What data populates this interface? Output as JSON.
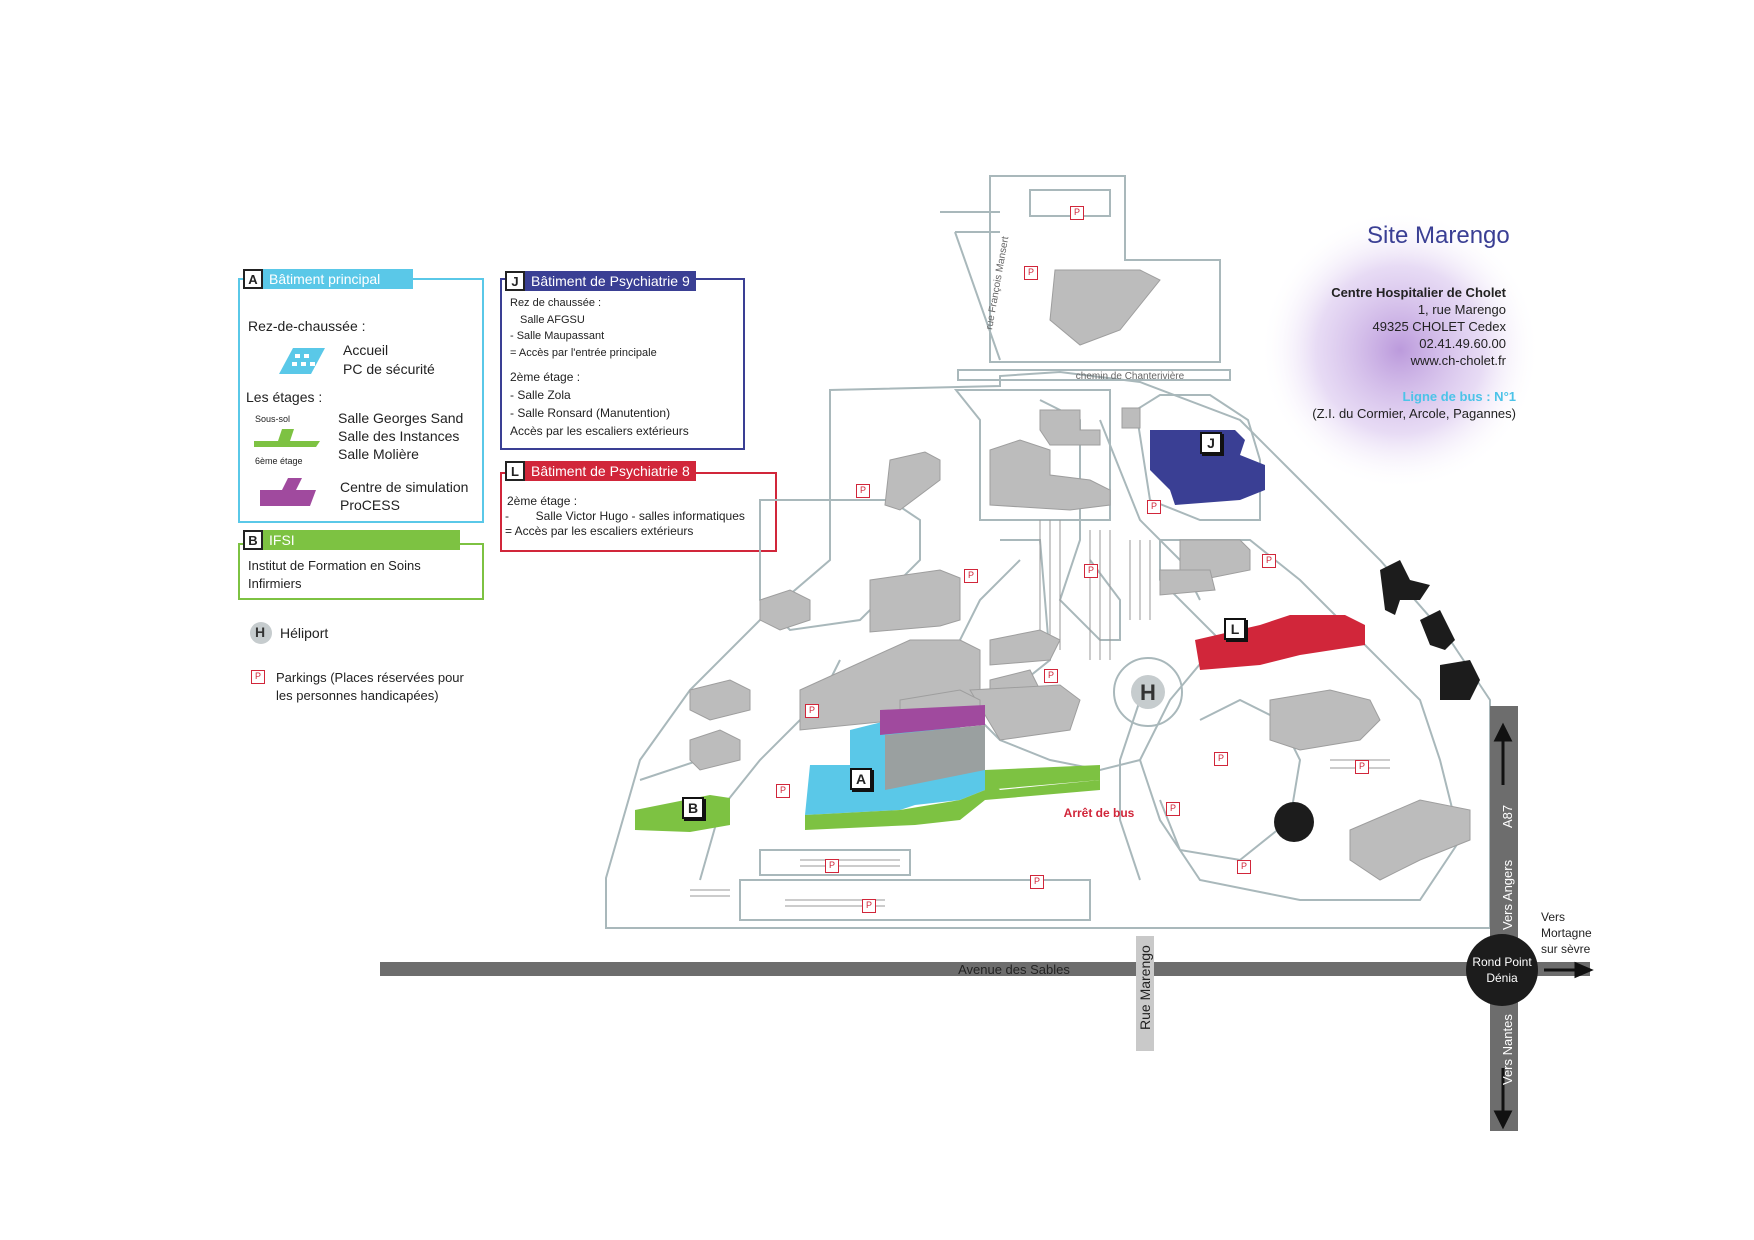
{
  "legend": {
    "A": {
      "letter": "A",
      "title": "Bâtiment principal",
      "ground_floor_label": "Rez-de-chaussée :",
      "ground_floor_items": [
        "Accueil",
        "PC de sécurité"
      ],
      "floors_label": "Les étages :",
      "basement_label": "Sous-sol",
      "sixth_floor_label": "6ème étage",
      "floor_items": [
        "Salle Georges Sand",
        "Salle des Instances",
        "Salle Molière"
      ],
      "simulation_items": [
        "Centre de simulation",
        "ProCESS"
      ]
    },
    "B": {
      "letter": "B",
      "title": "IFSI",
      "lines": [
        "Institut de Formation en Soins",
        "Infirmiers"
      ]
    },
    "J": {
      "letter": "J",
      "title": "Bâtiment de Psychiatrie 9",
      "lines": [
        "Rez de chaussée :",
        "Salle AFGSU",
        "-  Salle Maupassant",
        "= Accès par l'entrée principale",
        "2ème étage :",
        "- Salle Zola",
        "-  Salle Ronsard (Manutention)",
        "Accès par les escaliers extérieurs"
      ]
    },
    "L": {
      "letter": "L",
      "title": "Bâtiment de Psychiatrie 8",
      "lines": [
        "2ème étage :",
        "-        Salle Victor Hugo - salles informatiques",
        "= Accès par les escaliers extérieurs"
      ]
    },
    "heliport": {
      "symbol": "H",
      "label": "Héliport"
    },
    "parking": {
      "symbol": "P",
      "lines": [
        "Parkings (Places réservées pour",
        "les personnes handicapées)"
      ]
    }
  },
  "site": {
    "title": "Site Marengo",
    "name": "Centre Hospitalier de Cholet",
    "address1": "1, rue Marengo",
    "address2": "49325 CHOLET Cedex",
    "phone": "02.41.49.60.00",
    "web": "www.ch-cholet.fr",
    "bus_line": "Ligne de bus : N°1",
    "bus_stops": "(Z.I. du Cormier, Arcole, Pagannes)"
  },
  "map": {
    "street_avenue": "Avenue des Sables",
    "street_marengo": "Rue Marengo",
    "street_mansert": "rue François Mansert",
    "street_chanteriviere": "chemin de Chanterivière",
    "bus_stop": "Arrêt de bus",
    "heliport_symbol": "H",
    "roundabout_line1": "Rond Point",
    "roundabout_line2": "Dénia",
    "to_angers": "Vers Angers",
    "a87": "A87",
    "to_nantes": "Vers Nantes",
    "to_mortagne": [
      "Vers",
      "Mortagne",
      "sur sèvre"
    ],
    "building_labels": [
      "A",
      "B",
      "J",
      "L"
    ],
    "parking_symbol": "P"
  },
  "colors": {
    "A": "#5ac8e8",
    "B": "#7dc242",
    "J": "#3a3f94",
    "L": "#d1263a",
    "purple": "#a04a9e",
    "bus": "#4cc3e8",
    "buildings": "#bcbcbc",
    "roads": "#9aa9ad"
  }
}
